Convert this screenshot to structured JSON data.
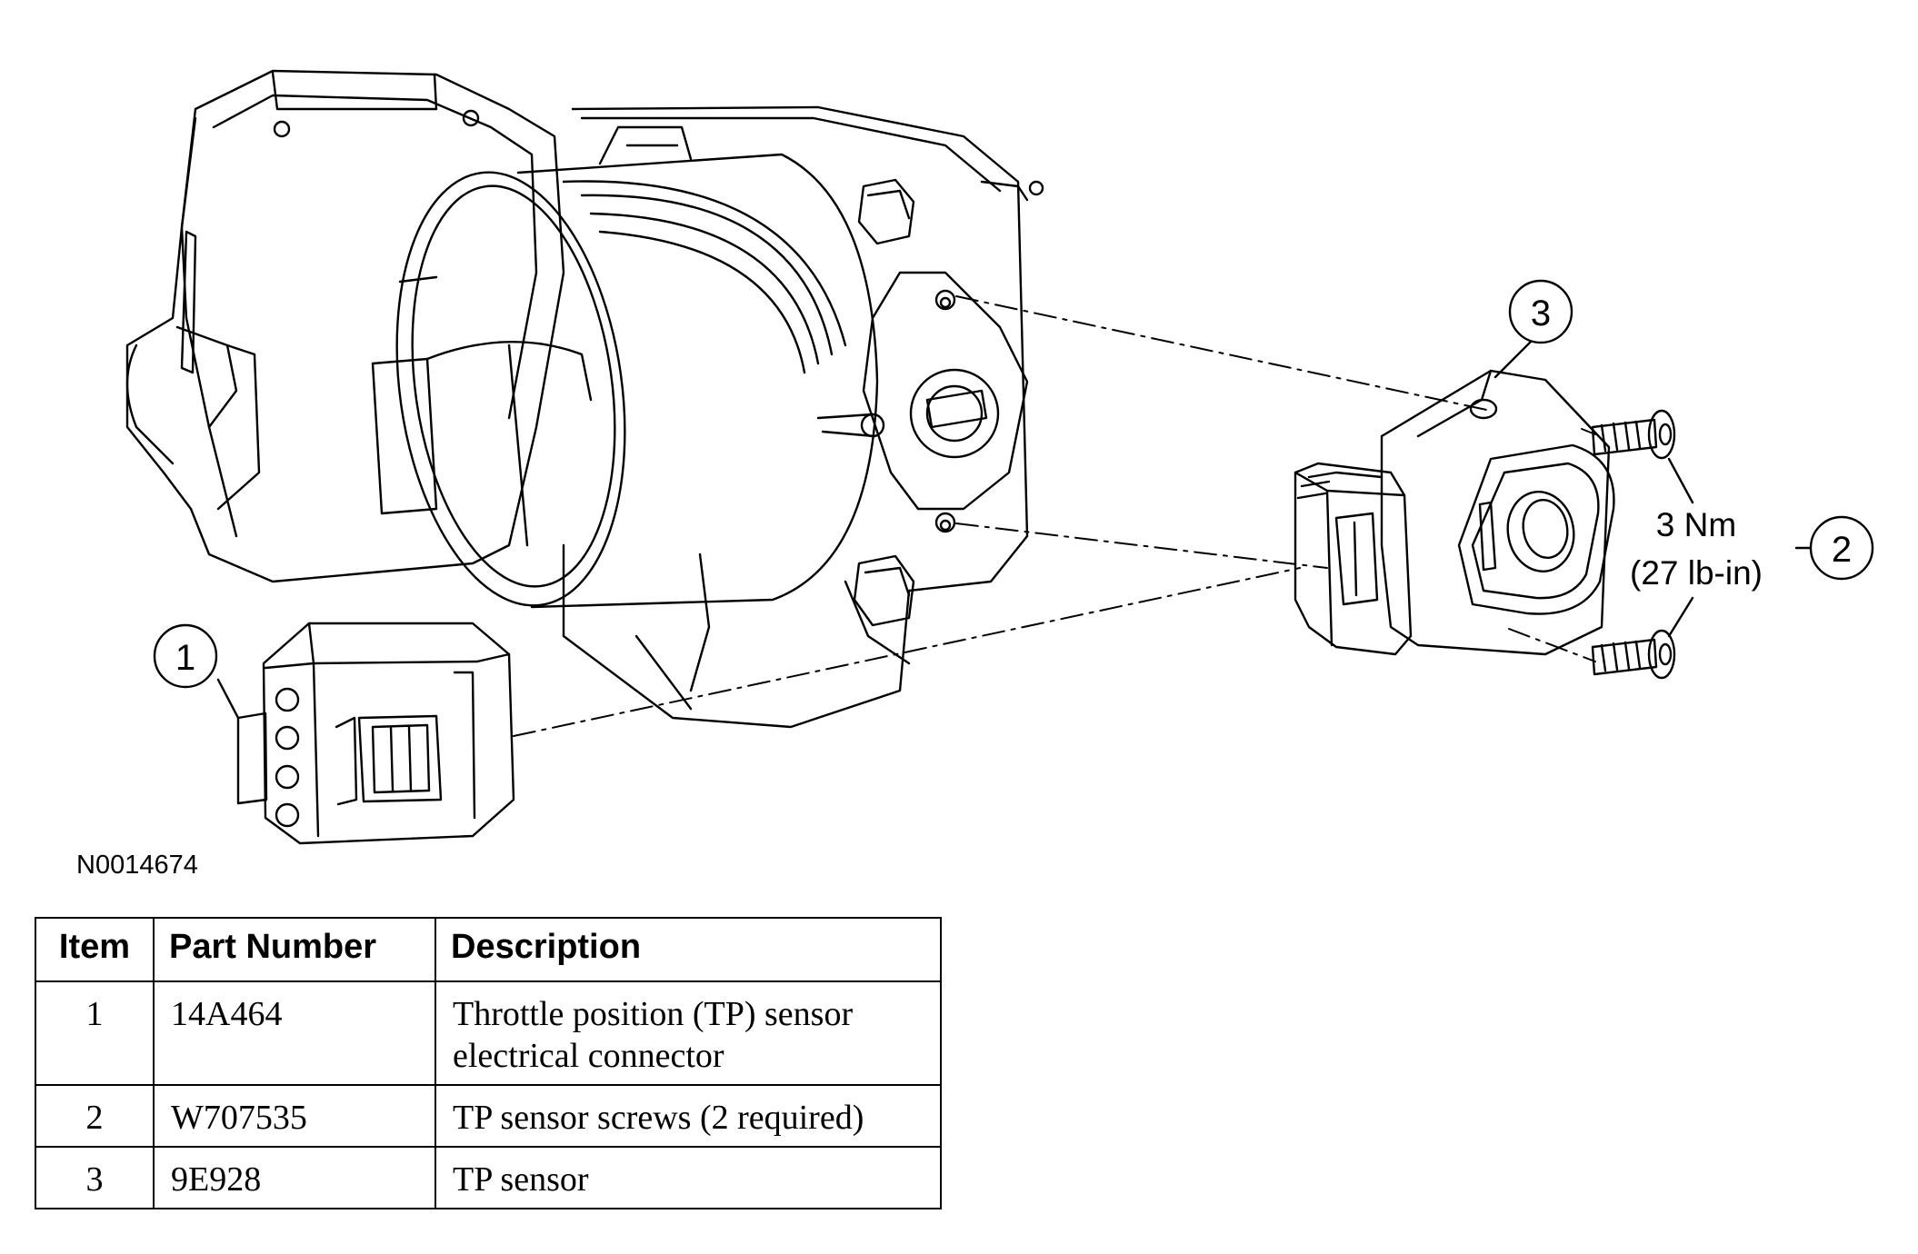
{
  "figure_id": "N0014674",
  "callouts": [
    {
      "number": "1"
    },
    {
      "number": "2"
    },
    {
      "number": "3"
    }
  ],
  "torque": {
    "line1": "3 Nm",
    "line2": "(27 lb-in)"
  },
  "table": {
    "headers": {
      "item": "Item",
      "part_number": "Part Number",
      "description": "Description"
    },
    "rows": [
      {
        "item": "1",
        "part_number": "14A464",
        "description_line1": "Throttle position (TP) sensor",
        "description_line2": "electrical connector"
      },
      {
        "item": "2",
        "part_number": "W707535",
        "description_line1": "TP sensor screws (2 required)",
        "description_line2": ""
      },
      {
        "item": "3",
        "part_number": "9E928",
        "description_line1": "TP sensor",
        "description_line2": ""
      }
    ]
  }
}
